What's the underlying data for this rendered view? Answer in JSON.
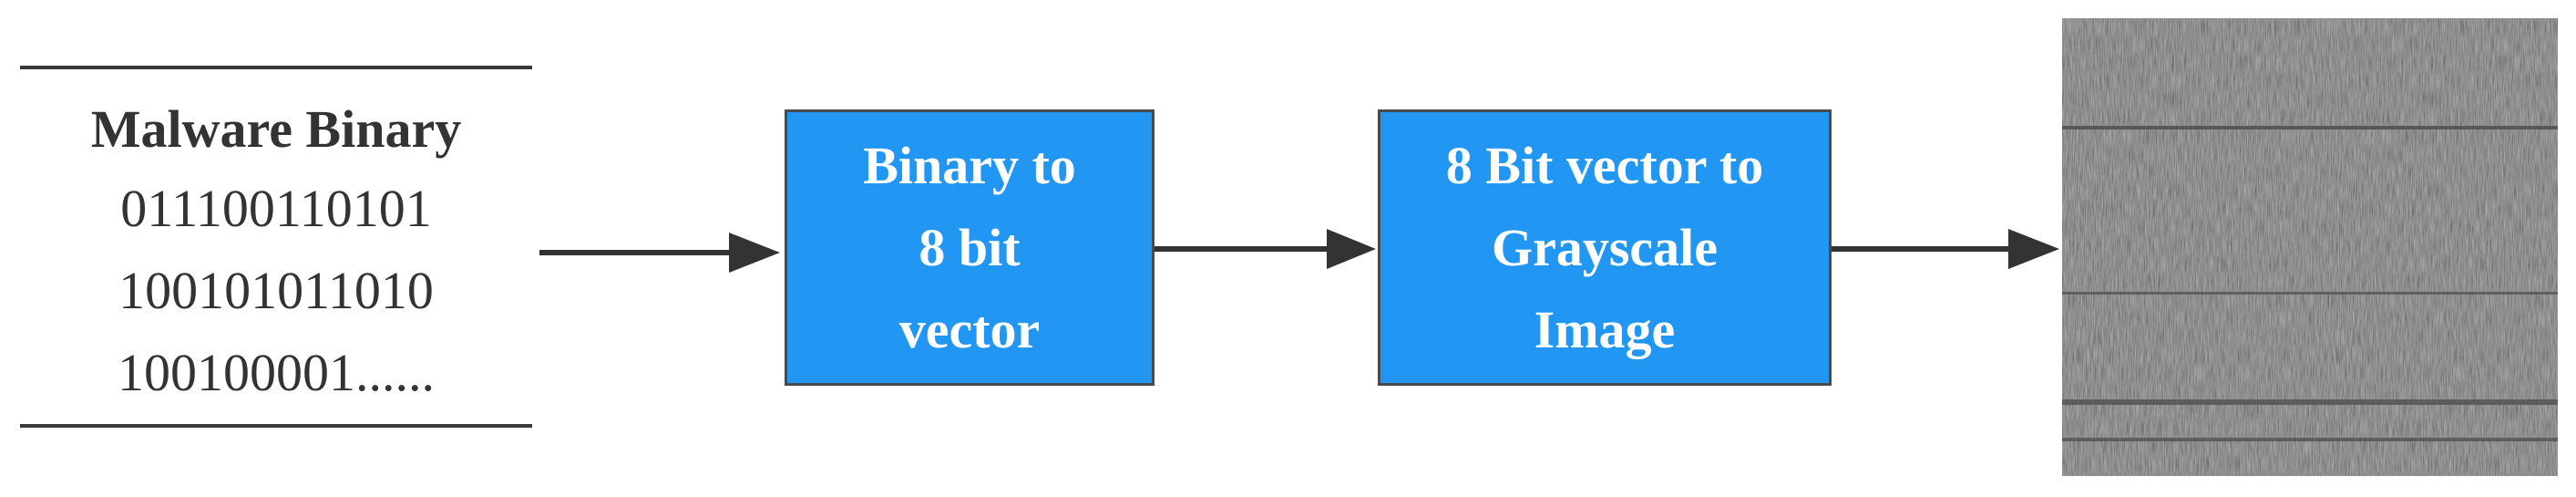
{
  "binary": {
    "title": "Malware Binary",
    "lines": [
      "011100110101",
      "100101011010",
      "100100001......"
    ]
  },
  "steps": [
    {
      "lines": [
        "Binary to",
        "8 bit",
        "vector"
      ]
    },
    {
      "lines": [
        "8 Bit vector to",
        "Grayscale",
        "Image"
      ]
    }
  ],
  "colors": {
    "box_fill": "#2196f3",
    "box_text": "#ffffff",
    "arrow": "#333333",
    "image_bg": "#3a3a3a"
  }
}
